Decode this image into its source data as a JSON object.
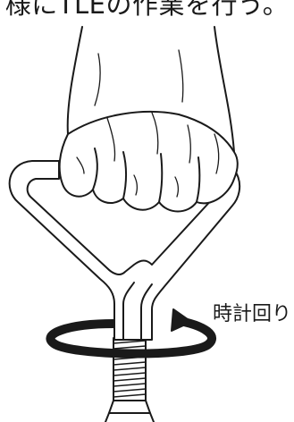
{
  "caption": "様にTLEの作業を行う。",
  "rotation_label": "時計回り",
  "colors": {
    "line": "#1a1a1a",
    "fill": "#ffffff"
  },
  "icons": {
    "hand": "gripping-hand",
    "handle": "triangular-t-handle",
    "arrow": "clockwise-rotation-arrow",
    "bolt": "threaded-bolt"
  }
}
